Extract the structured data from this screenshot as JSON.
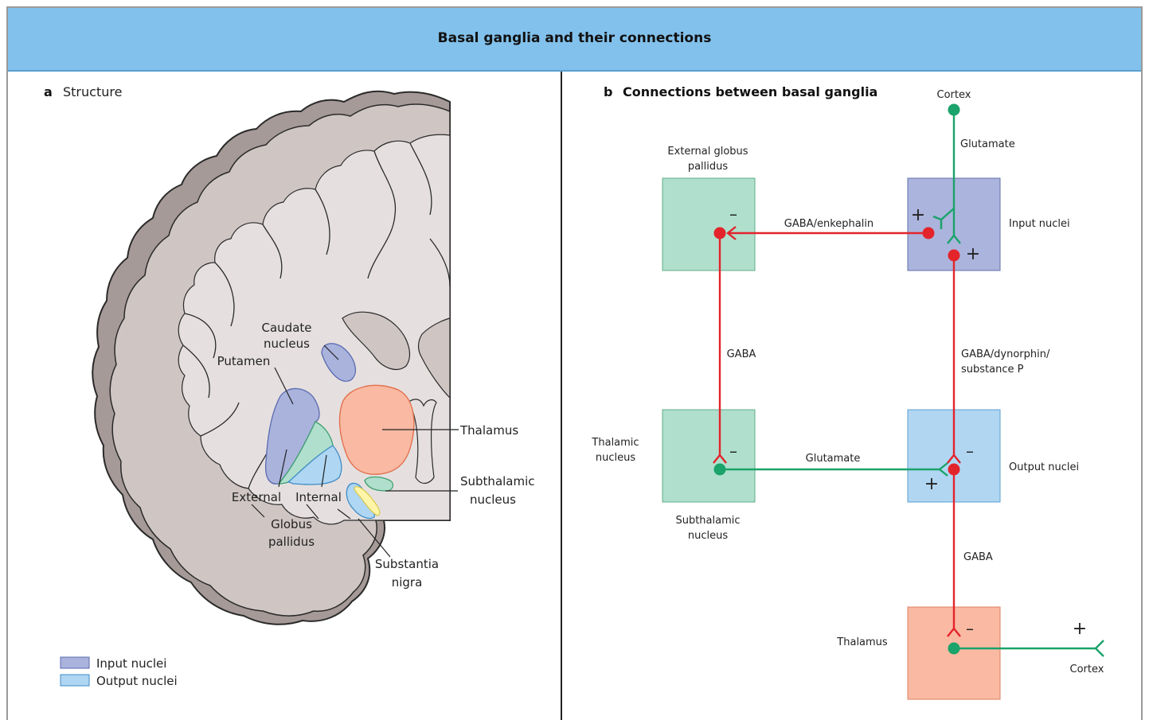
{
  "title": "Basal ganglia and their connections",
  "panel_a": {
    "letter": "a",
    "title": "Structure",
    "labels": {
      "caudate_1": "Caudate",
      "caudate_2": "nucleus",
      "putamen": "Putamen",
      "thalamus": "Thalamus",
      "subthalamic_1": "Subthalamic",
      "subthalamic_2": "nucleus",
      "external": "External",
      "internal": "Internal",
      "globus_1": "Globus",
      "globus_2": "pallidus",
      "substantia_1": "Substantia",
      "substantia_2": "nigra"
    },
    "legend": [
      {
        "label": "Input nuclei",
        "color": "#a9b3dc"
      },
      {
        "label": "Output nuclei",
        "color": "#afd6f2"
      }
    ]
  },
  "panel_b": {
    "letter": "b",
    "title": "Connections between basal ganglia",
    "labels": {
      "cortex_top": "Cortex",
      "glutamate_top": "Glutamate",
      "egp_1": "External globus",
      "egp_2": "pallidus",
      "input_nuclei": "Input nuclei",
      "gaba_enk": "GABA/enkephalin",
      "gaba_left": "GABA",
      "gaba_dyn_1": "GABA/dynorphin/",
      "gaba_dyn_2": "substance P",
      "thalamic_1": "Thalamic",
      "thalamic_2": "nucleus",
      "glutamate_mid": "Glutamate",
      "output_nuclei": "Output nuclei",
      "subthalamic_1": "Subthalamic",
      "subthalamic_2": "nucleus",
      "gaba_lower": "GABA",
      "thalamus": "Thalamus",
      "cortex_bottom": "Cortex"
    },
    "signs": {
      "plus": "+",
      "minus": "–"
    },
    "colors": {
      "excitatory": "#1aa36a",
      "inhibitory": "#e3242b",
      "egp_box": "#b0dfcd",
      "input_box": "#abb4dc",
      "stn_box": "#b0dfcd",
      "output_box": "#b0d6f2",
      "thalamus_box": "#f9b9a2"
    }
  }
}
